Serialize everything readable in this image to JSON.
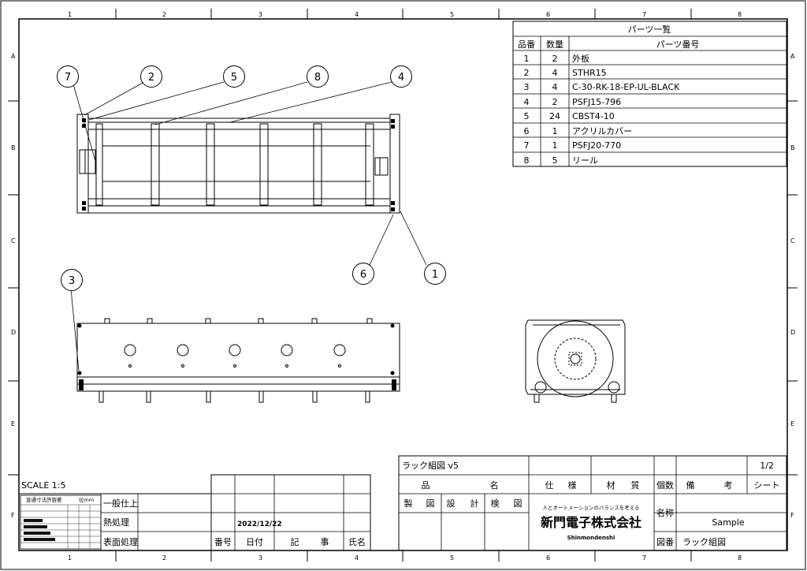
{
  "border": {
    "columns": [
      "1",
      "2",
      "3",
      "4",
      "5",
      "6",
      "7",
      "8"
    ],
    "rows": [
      "A",
      "B",
      "C",
      "D",
      "E",
      "F"
    ]
  },
  "parts_table": {
    "title": "パーツ一覧",
    "headers": [
      "品番",
      "数量",
      "パーツ番号"
    ],
    "rows": [
      [
        "1",
        "2",
        "外板"
      ],
      [
        "2",
        "4",
        "STHR15"
      ],
      [
        "3",
        "4",
        "C-30-RK-18-EP-UL-BLACK"
      ],
      [
        "4",
        "2",
        "PSFJ15-796"
      ],
      [
        "5",
        "24",
        "CBST4-10"
      ],
      [
        "6",
        "1",
        "アクリルカバー"
      ],
      [
        "7",
        "1",
        "PSFJ20-770"
      ],
      [
        "8",
        "5",
        "リール"
      ]
    ]
  },
  "balloons": [
    "7",
    "2",
    "5",
    "8",
    "4",
    "6",
    "1",
    "3"
  ],
  "scale": "SCALE 1:5",
  "tolerance": {
    "title": "普通寸法許容差",
    "unit": "位mm",
    "rows": [
      "一般仕上",
      "熱処理",
      "表面処理"
    ]
  },
  "revision": {
    "date": "2022/12/22",
    "headers": [
      "番号",
      "日付",
      "記",
      "事",
      "氏名"
    ]
  },
  "title_block": {
    "drawing_name": "ラック組図 v5",
    "sheet": "1/2",
    "headers": [
      "品",
      "名",
      "仕",
      "様",
      "材",
      "質",
      "個数",
      "備",
      "考",
      "シート"
    ],
    "approvals": [
      "製",
      "図",
      "設",
      "計",
      "検",
      "図"
    ],
    "company_tagline": "人とオートメーションのバランスを考える",
    "company": "新門電子株式会社",
    "company_en": "Shinmondenshi",
    "name_label": "名称",
    "name_value": "Sample",
    "dwg_no_label": "図番",
    "dwg_no_value": "ラック組図"
  }
}
